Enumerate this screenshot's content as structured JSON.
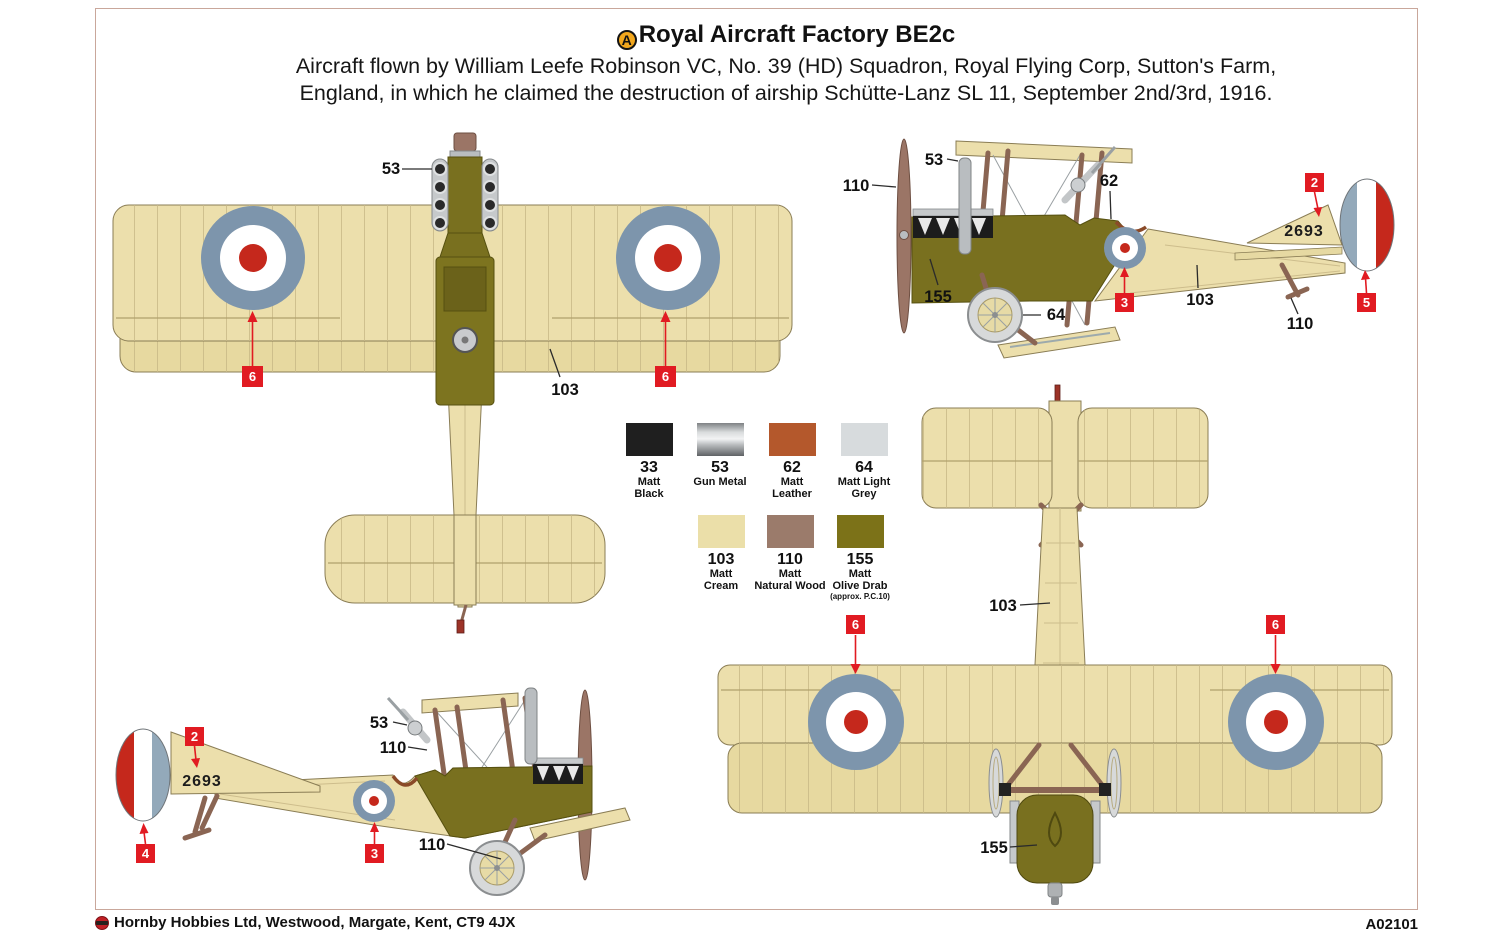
{
  "header": {
    "marker": "A",
    "title": "Royal Aircraft Factory BE2c",
    "subtitle1": "Aircraft flown by William Leefe Robinson VC, No. 39 (HD) Squadron, Royal Flying Corp, Sutton's Farm,",
    "subtitle2": "England, in which he claimed the destruction of airship Schütte-Lanz SL 11, September 2nd/3rd, 1916."
  },
  "legend": {
    "row1": [
      {
        "code": "33",
        "line1": "Matt",
        "line2": "Black",
        "color": "#1f1f1f"
      },
      {
        "code": "53",
        "line1": "Gun Metal",
        "line2": "",
        "color": "#b9bcbe"
      },
      {
        "code": "62",
        "line1": "Matt",
        "line2": "Leather",
        "color": "#b4582c"
      },
      {
        "code": "64",
        "line1": "Matt Light",
        "line2": "Grey",
        "color": "#d7dbdd"
      }
    ],
    "row2": [
      {
        "code": "103",
        "line1": "Matt",
        "line2": "Cream",
        "color": "#ebdfa9"
      },
      {
        "code": "110",
        "line1": "Matt",
        "line2": "Natural Wood",
        "color": "#9b7b6b"
      },
      {
        "code": "155",
        "line1": "Matt",
        "line2": "Olive Drab",
        "note": "(approx. P.C.10)",
        "color": "#7c7218"
      }
    ]
  },
  "aircraft_colors": {
    "roundel_blue": "#7d95ac",
    "roundel_red": "#c5281c",
    "rudder_blue": "#93a9ba",
    "rudder_red": "#c5281c",
    "cream": "#ecdfac",
    "olive": "#79701f",
    "wood": "#9b7566",
    "callout_red": "#e11b22"
  },
  "callouts": {
    "top": {
      "engine": "53",
      "wing": "103",
      "flag_left": "6",
      "flag_right": "6"
    },
    "side_right": {
      "prop": "110",
      "exhaust": "53",
      "cockpit": "62",
      "flag_fin": "2",
      "serial": "2693",
      "engine": "155",
      "wheel": "64",
      "flag_roundel": "3",
      "fuselage": "103",
      "flag_rudder": "5",
      "skid": "110"
    },
    "side_left": {
      "flag_fin": "2",
      "serial": "2693",
      "gun": "53",
      "rigging": "110",
      "flag_rudder": "4",
      "flag_roundel": "3",
      "gear": "110"
    },
    "bottom": {
      "fuselage": "103",
      "flag_left": "6",
      "flag_right": "6",
      "engine": "155"
    }
  },
  "footer": {
    "company": "Hornby Hobbies Ltd, Westwood, Margate, Kent, CT9 4JX",
    "product_code": "A02101"
  }
}
